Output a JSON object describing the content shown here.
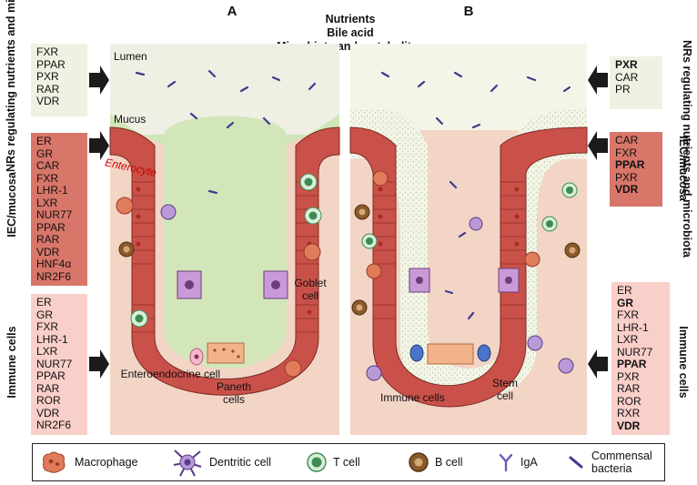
{
  "panels": {
    "a": "A",
    "b": "B"
  },
  "header": {
    "line1": "Nutrients",
    "line2": "Bile acid",
    "line3": "Microbiota and metabolites"
  },
  "left_labels": {
    "nutrients": "NRs regulating nutrients and microbiota",
    "iec": "IEC/mucosa",
    "immune": "Immune cells"
  },
  "right_labels": {
    "nutrients": "NRs regulating nutrients and microbiota",
    "iec": "IEC/mucosa",
    "immune": "Immune cells"
  },
  "left_boxes": {
    "nutrients": [
      "FXR",
      "PPAR",
      "PXR",
      "RAR",
      "VDR"
    ],
    "iec": [
      "ER",
      "GR",
      "CAR",
      "FXR",
      "LHR-1",
      "LXR",
      "NUR77",
      "PPAR",
      "RAR",
      "VDR",
      "HNF4α",
      "NR2F6"
    ],
    "immune": [
      "ER",
      "GR",
      "FXR",
      "LHR-1",
      "LXR",
      "NUR77",
      "PPAR",
      "RAR",
      "ROR",
      "VDR",
      "NR2F6"
    ]
  },
  "right_boxes": {
    "nutrients": [
      {
        "text": "PXR",
        "bold": true
      },
      {
        "text": "CAR",
        "bold": false
      },
      {
        "text": "PR",
        "bold": false
      }
    ],
    "iec": [
      {
        "text": "CAR",
        "bold": false
      },
      {
        "text": "FXR",
        "bold": false
      },
      {
        "text": "PPAR",
        "bold": true
      },
      {
        "text": "PXR",
        "bold": false
      },
      {
        "text": "VDR",
        "bold": true
      }
    ],
    "immune": [
      {
        "text": "ER",
        "bold": false
      },
      {
        "text": "GR",
        "bold": true
      },
      {
        "text": "FXR",
        "bold": false
      },
      {
        "text": "LHR-1",
        "bold": false
      },
      {
        "text": "LXR",
        "bold": false
      },
      {
        "text": "NUR77",
        "bold": false
      },
      {
        "text": "PPAR",
        "bold": true
      },
      {
        "text": "PXR",
        "bold": false
      },
      {
        "text": "RAR",
        "bold": false
      },
      {
        "text": "ROR",
        "bold": false
      },
      {
        "text": "RXR",
        "bold": false
      },
      {
        "text": "VDR",
        "bold": true
      }
    ]
  },
  "diagram_labels": {
    "lumen": "Lumen",
    "mucus": "Mucus",
    "enterocyte": "Enterocyte",
    "goblet": "Goblet cell",
    "enteroendocrine": "Enteroendocrine cell",
    "paneth": "Paneth cells",
    "immune_cells": "Immune cells",
    "stem": "Stem cell"
  },
  "legend": {
    "macrophage": "Macrophage",
    "dendritic": "Dentritic cell",
    "tcell": "T cell",
    "bcell": "B cell",
    "iga": "IgA",
    "bacteria": "Commensal bacteria"
  },
  "colors": {
    "lumen_bg": "#efefe4",
    "lamina": "#f3d5c6",
    "mucus": "#cfe7b8",
    "epithelium": "#c9514a",
    "nucleus": "#a62d22",
    "box_nutrients": "#eef2e2",
    "box_iec": "#d9766a",
    "box_immune": "#f9cfc9",
    "arrow": "#1b1b1b",
    "bacteria": "#3d3b8f",
    "goblet": "#b17ac8"
  }
}
